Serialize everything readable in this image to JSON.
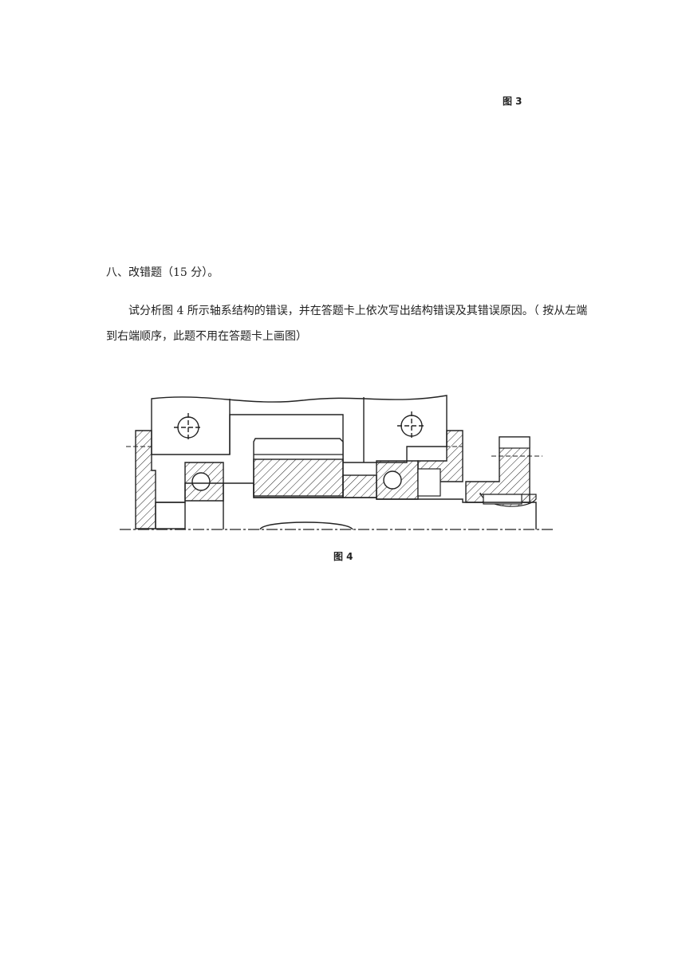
{
  "figure3": {
    "caption": "图 3"
  },
  "section": {
    "heading": "八、改错题（15 分）。",
    "body": "试分析图 4 所示轴系结构的错误，并在答题卡上依次写出结构错误及其错误原因。（ 按从左端到右端顺序，此题不用在答题卡上画图）"
  },
  "figure4": {
    "caption": "图 4"
  }
}
